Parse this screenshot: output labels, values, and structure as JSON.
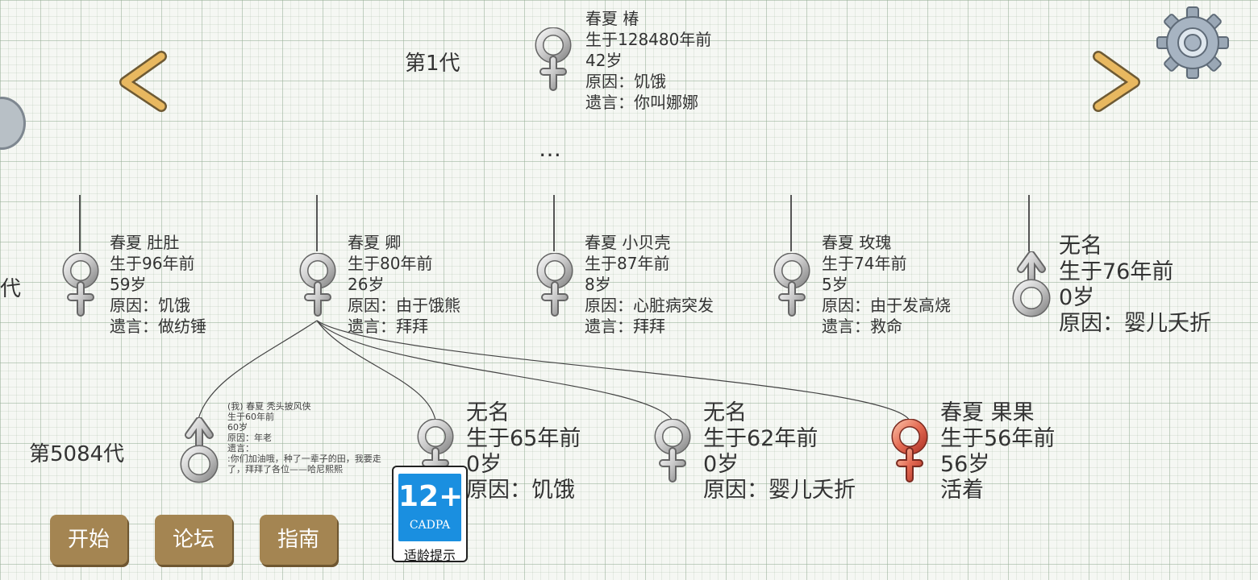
{
  "navigation": {
    "top_generation": "第1代",
    "bottom_generation": "第5084代",
    "partial_generation": "代",
    "ellipsis": "…",
    "prev_icon": "chevron-left-icon",
    "next_icon": "chevron-right-icon",
    "settings_icon": "gear-icon"
  },
  "ancestor": {
    "gender": "female",
    "name": "春夏 椿",
    "born": "生于128480年前",
    "age": "42岁",
    "cause": "原因：饥饿",
    "will": "遗言：你叫娜娜"
  },
  "parents": [
    {
      "gender": "female",
      "name": "春夏 肚肚",
      "born": "生于96年前",
      "age": "59岁",
      "cause": "原因：饥饿",
      "will": "遗言：做纺锤"
    },
    {
      "gender": "female",
      "name": "春夏 卿",
      "born": "生于80年前",
      "age": "26岁",
      "cause": "原因：由于饿熊",
      "will": "遗言：拜拜"
    },
    {
      "gender": "female",
      "name": "春夏 小贝壳",
      "born": "生于87年前",
      "age": "8岁",
      "cause": "原因：心脏病突发",
      "will": "遗言：拜拜"
    },
    {
      "gender": "female",
      "name": "春夏 玫瑰",
      "born": "生于74年前",
      "age": "5岁",
      "cause": "原因：由于发高烧",
      "will": "遗言：救命"
    },
    {
      "gender": "male",
      "name": "无名",
      "born": "生于76年前",
      "age": "0岁",
      "cause": "原因：婴儿夭折"
    }
  ],
  "children": [
    {
      "gender": "male",
      "name": "(我) 春夏 秃头披风侠",
      "born": "生于60年前",
      "age": "60岁",
      "cause": "原因：年老",
      "will": "遗言：",
      "will_text": ":你们加油哦，种了一辈子的田，我要走了，拜拜了各位——哈尼熙熙"
    },
    {
      "gender": "female",
      "name": "无名",
      "born": "生于65年前",
      "age": "0岁",
      "cause": "原因：饥饿"
    },
    {
      "gender": "female",
      "name": "无名",
      "born": "生于62年前",
      "age": "0岁",
      "cause": "原因：婴儿夭折"
    },
    {
      "gender": "female",
      "status": "alive",
      "name": "春夏 果果",
      "born": "生于56年前",
      "age": "56岁",
      "cause": "活着"
    }
  ],
  "buttons": {
    "start": "开始",
    "forum": "论坛",
    "guide": "指南"
  },
  "age_badge": {
    "age": "12+",
    "org": "CADPA",
    "tip": "适龄提示",
    "color": "#1a8fe0"
  },
  "colors": {
    "button": "#a48552",
    "arrow": "#e0b060",
    "alive_symbol": "#e06a5a"
  }
}
